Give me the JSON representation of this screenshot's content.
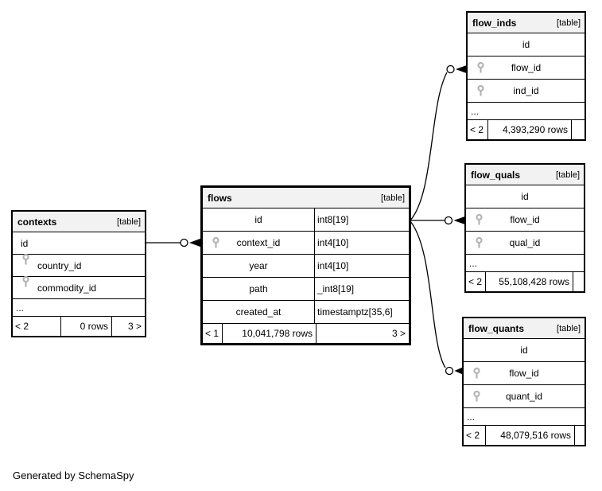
{
  "diagram": {
    "generated_by": "Generated by SchemaSpy"
  },
  "tables": {
    "contexts": {
      "title": "contexts",
      "badge": "[table]",
      "columns": [
        {
          "name": "id"
        },
        {
          "name": "country_id",
          "key": true
        },
        {
          "name": "commodity_id",
          "key": true
        },
        {
          "name": "..."
        }
      ],
      "footer": {
        "parents": "< 2",
        "rows": "0 rows",
        "children": "3 >"
      }
    },
    "flows": {
      "title": "flows",
      "badge": "[table]",
      "columns": [
        {
          "name": "id",
          "type": "int8[19]"
        },
        {
          "name": "context_id",
          "type": "int4[10]",
          "key": true
        },
        {
          "name": "year",
          "type": "int4[10]"
        },
        {
          "name": "path",
          "type": "_int8[19]"
        },
        {
          "name": "created_at",
          "type": "timestamptz[35,6]"
        }
      ],
      "footer": {
        "parents": "< 1",
        "rows": "10,041,798 rows",
        "children": "3 >"
      }
    },
    "flow_inds": {
      "title": "flow_inds",
      "badge": "[table]",
      "columns": [
        {
          "name": "id"
        },
        {
          "name": "flow_id",
          "key": true
        },
        {
          "name": "ind_id",
          "key": true
        },
        {
          "name": "..."
        }
      ],
      "footer": {
        "parents": "< 2",
        "rows": "4,393,290 rows",
        "children": ""
      }
    },
    "flow_quals": {
      "title": "flow_quals",
      "badge": "[table]",
      "columns": [
        {
          "name": "id"
        },
        {
          "name": "flow_id",
          "key": true
        },
        {
          "name": "qual_id",
          "key": true
        },
        {
          "name": "..."
        }
      ],
      "footer": {
        "parents": "< 2",
        "rows": "55,108,428 rows",
        "children": ""
      }
    },
    "flow_quants": {
      "title": "flow_quants",
      "badge": "[table]",
      "columns": [
        {
          "name": "id"
        },
        {
          "name": "flow_id",
          "key": true
        },
        {
          "name": "quant_id",
          "key": true
        },
        {
          "name": "..."
        }
      ],
      "footer": {
        "parents": "< 2",
        "rows": "48,079,516 rows",
        "children": ""
      }
    }
  },
  "relationships": [
    {
      "from": "contexts.id",
      "to": "flows.context_id"
    },
    {
      "from": "flows.id",
      "to": "flow_inds.flow_id"
    },
    {
      "from": "flows.id",
      "to": "flow_quals.flow_id"
    },
    {
      "from": "flows.id",
      "to": "flow_quants.flow_id"
    }
  ],
  "colors": {
    "header_bg": "#f2f2f2",
    "border": "#000000",
    "key_icon": "#b4b4b4"
  }
}
